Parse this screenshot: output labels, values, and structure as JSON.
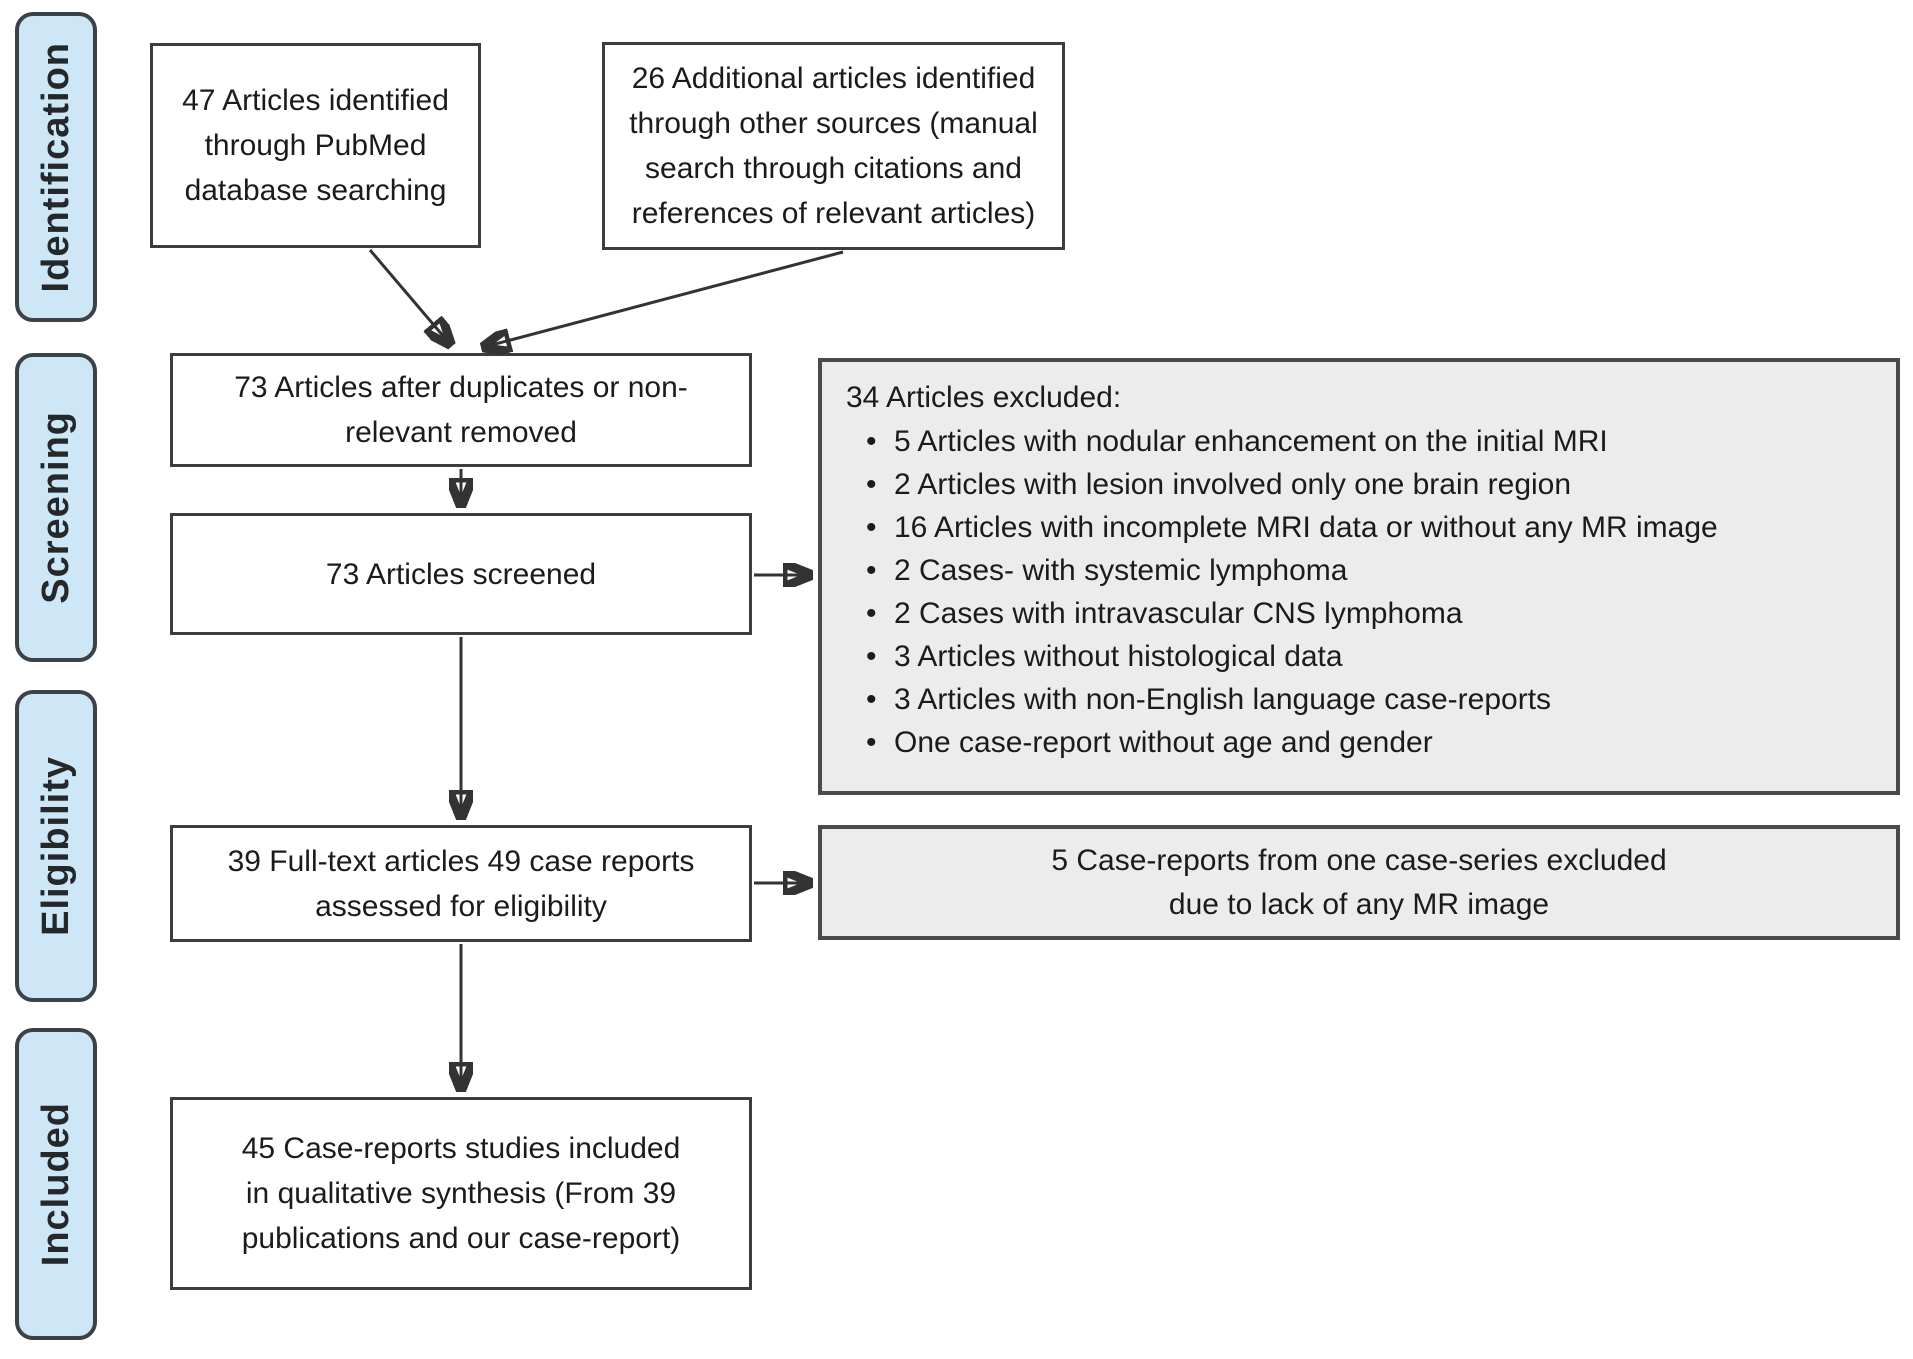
{
  "diagram": {
    "sidebar": {
      "labels": [
        "Identification",
        "Screening",
        "Eligibility",
        "Included"
      ]
    },
    "boxes": {
      "pubmed": "47 Articles identified\nthrough PubMed\ndatabase searching",
      "other_sources": "26 Additional articles identified\nthrough other sources (manual\nsearch through citations and\nreferences of relevant articles)",
      "after_duplicates": "73 Articles after duplicates or non-\nrelevant removed",
      "screened": "73 Articles screened",
      "fulltext": "39 Full-text articles 49 case reports\nassessed for eligibility",
      "included": "45 Case-reports studies included\nin qualitative synthesis (From 39\npublications and our case-report)"
    },
    "excluded": {
      "title": "34 Articles excluded:",
      "items": [
        "5 Articles with nodular enhancement on the initial MRI",
        "2 Articles with lesion involved only one brain region",
        "16 Articles with incomplete MRI data or without any MR image",
        "2 Cases- with systemic lymphoma",
        "2 Cases with intravascular CNS lymphoma",
        "3 Articles without histological data",
        "3 Articles with non-English language case-reports",
        "One case-report without age and gender"
      ]
    },
    "case_series_excluded": "5 Case-reports from one case-series excluded\ndue to lack of any MR image",
    "colors": {
      "stage_fill": "#cde7f7",
      "stage_border": "#3b4248",
      "box_border": "#3d3d3d",
      "gray_fill": "#ececec",
      "arrow": "#333333",
      "text": "#1b1b1b"
    }
  }
}
